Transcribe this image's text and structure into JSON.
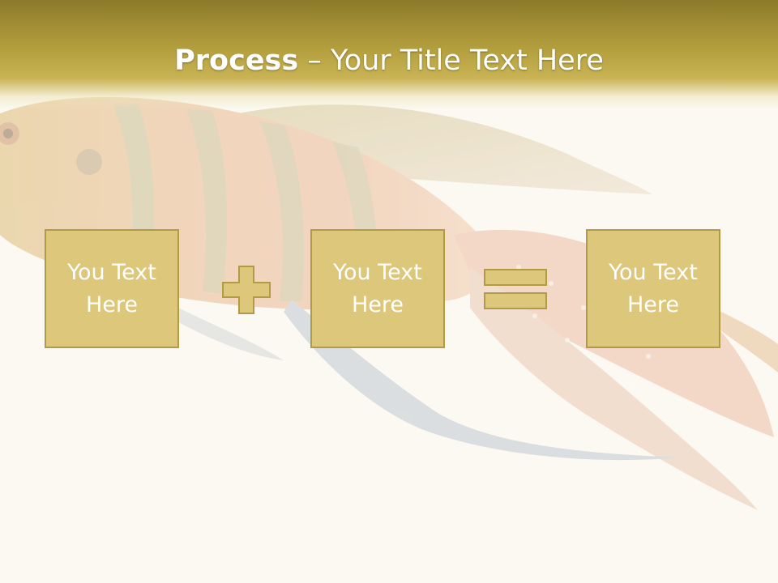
{
  "slide": {
    "title_bold": "Process",
    "title_rest": " – Your Title Text Here"
  },
  "process": {
    "boxes": [
      {
        "text": "You Text Here"
      },
      {
        "text": "You Text Here"
      },
      {
        "text": "You Text Here"
      }
    ],
    "operators": [
      "plus-icon",
      "equals-icon"
    ]
  },
  "colors": {
    "header": "#b49f3e",
    "box_fill": "#dcc77b",
    "box_border": "#b39b45",
    "background": "#fbf9f1"
  }
}
